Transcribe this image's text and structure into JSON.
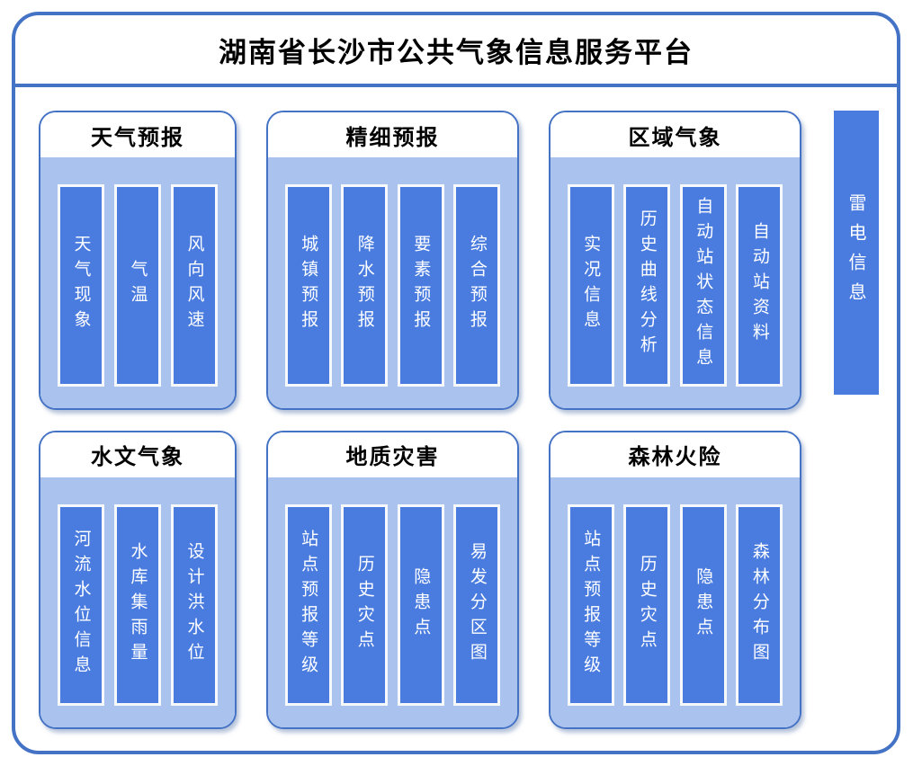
{
  "title": "湖南省长沙市公共气象信息服务平台",
  "colors": {
    "accent": "#4472c4",
    "panel_body": "#a9c2ee",
    "bar": "#4a7ce0",
    "bar_border": "#f6f8fc",
    "bar_text": "#ffffff",
    "header_text": "#000000"
  },
  "panels": [
    {
      "header": "天气预报",
      "items": [
        "天气现象",
        "气温",
        "风向风速"
      ]
    },
    {
      "header": "精细预报",
      "items": [
        "城镇预报",
        "降水预报",
        "要素预报",
        "综合预报"
      ]
    },
    {
      "header": "区域气象",
      "items": [
        "实况信息",
        "历史曲线分析",
        "自动站状态信息",
        "自动站资料"
      ]
    },
    {
      "header": "水文气象",
      "items": [
        "河流水位信息",
        "水库集雨量",
        "设计洪水位"
      ]
    },
    {
      "header": "地质灾害",
      "items": [
        "站点预报等级",
        "历史灾点",
        "隐患点",
        "易发分区图"
      ]
    },
    {
      "header": "森林火险",
      "items": [
        "站点预报等级",
        "历史灾点",
        "隐患点",
        "森林分布图"
      ]
    }
  ],
  "side_bar": {
    "label": "雷电信息"
  }
}
